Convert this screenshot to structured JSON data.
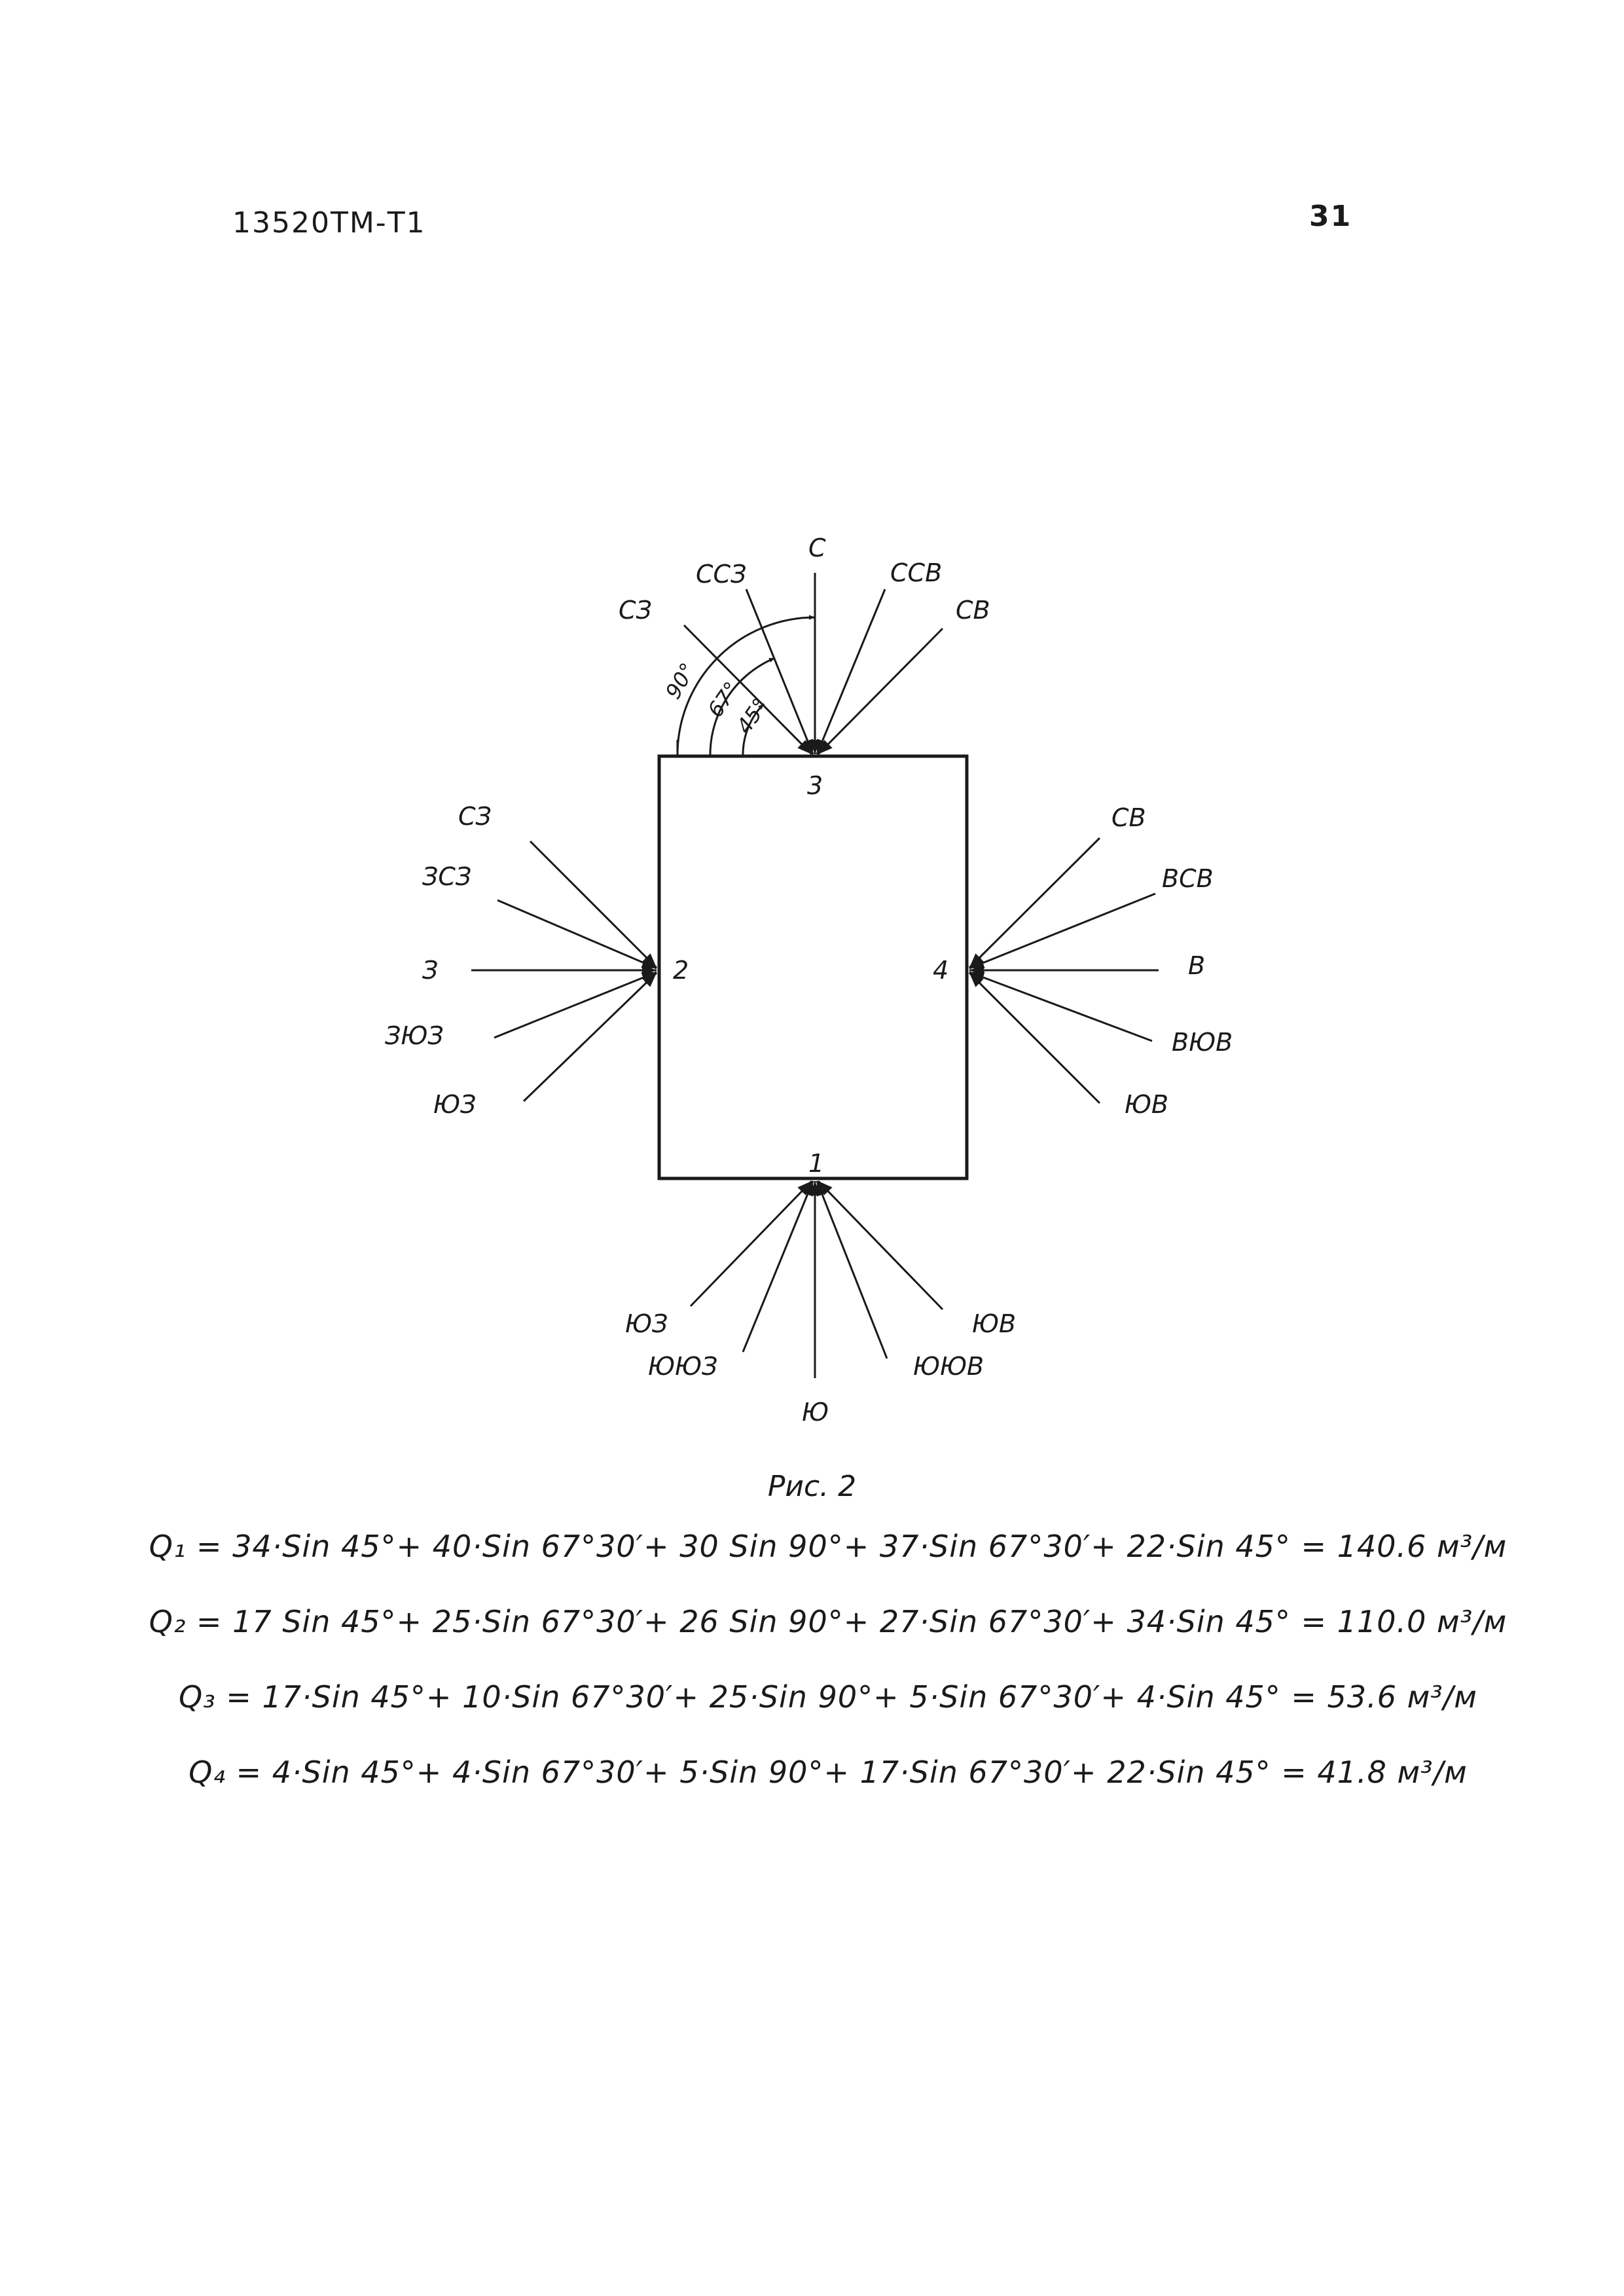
{
  "header": {
    "doc_code": "13520ТМ-Т1",
    "page_number": "31"
  },
  "diagram": {
    "points": {
      "p1": "1",
      "p2": "2",
      "p3": "3",
      "p4": "4"
    },
    "top_labels": {
      "nw": "СЗ",
      "nnw": "ССЗ",
      "n": "С",
      "nne": "ССВ",
      "ne": "СВ"
    },
    "left_labels": {
      "nw": "СЗ",
      "wnw": "ЗСЗ",
      "w": "З",
      "wsw": "ЗЮЗ",
      "sw": "ЮЗ"
    },
    "right_labels": {
      "ne": "СВ",
      "ene": "ВСВ",
      "e": "В",
      "ese": "ВЮВ",
      "se": "ЮВ"
    },
    "bottom_labels": {
      "sw": "ЮЗ",
      "ssw": "ЮЮЗ",
      "s": "Ю",
      "sse": "ЮЮВ",
      "se": "ЮВ"
    },
    "angles": {
      "a90": "90°",
      "a67": "67°",
      "a45": "45°"
    }
  },
  "caption": "Рис. 2",
  "formulas": [
    "Q₁ = 34·Sin 45°+ 40·Sin 67°30′+ 30 Sin 90°+ 37·Sin 67°30′+ 22·Sin 45° = 140.6 м³/м",
    "Q₂ = 17 Sin 45°+ 25·Sin 67°30′+ 26 Sin 90°+ 27·Sin 67°30′+ 34·Sin 45° = 110.0 м³/м",
    "Q₃ = 17·Sin 45°+ 10·Sin 67°30′+ 25·Sin 90°+ 5·Sin 67°30′+ 4·Sin 45° = 53.6 м³/м",
    "Q₄ = 4·Sin 45°+ 4·Sin 67°30′+ 5·Sin 90°+ 17·Sin 67°30′+ 22·Sin 45° = 41.8 м³/м"
  ]
}
